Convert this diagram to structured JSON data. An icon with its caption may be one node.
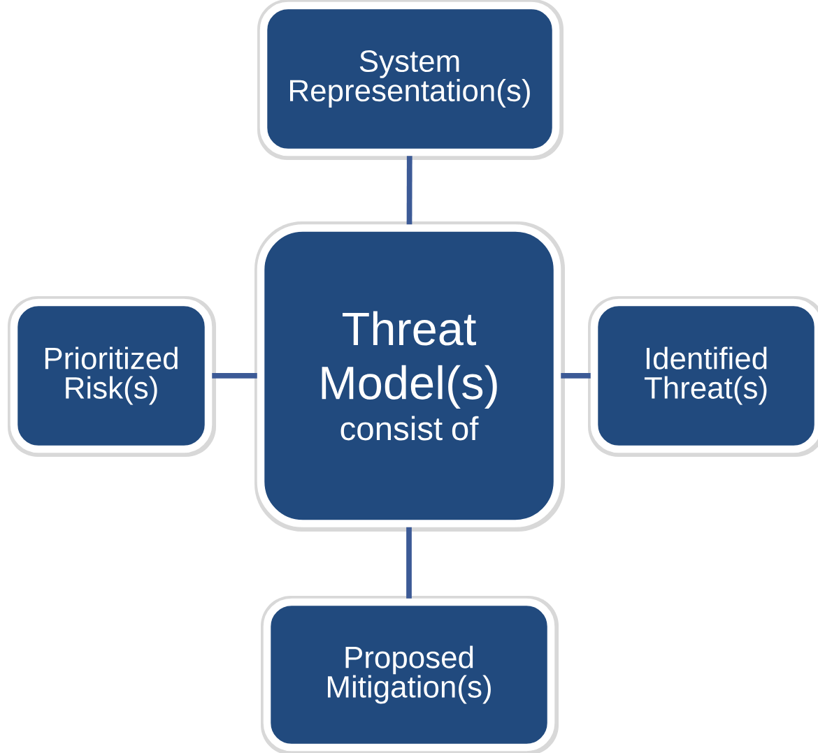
{
  "diagram": {
    "nodes": [
      {
        "text": [
          "System Representation(s)"
        ]
      },
      {
        "text": [
          "Prioritized Risk(s)"
        ]
      },
      {
        "text": [
          "Threat Model(s)",
          "consist of"
        ]
      },
      {
        "text": [
          "Identified Threat(s)"
        ]
      },
      {
        "text": [
          "Proposed Mitigation(s)"
        ]
      }
    ],
    "edges": [
      {
        "from": 2,
        "to": 0,
        "arrow": "none"
      },
      {
        "from": 2,
        "to": 1,
        "arrow": "none"
      },
      {
        "from": 2,
        "to": 3,
        "arrow": "none"
      },
      {
        "from": 2,
        "to": 4,
        "arrow": "none"
      }
    ]
  }
}
